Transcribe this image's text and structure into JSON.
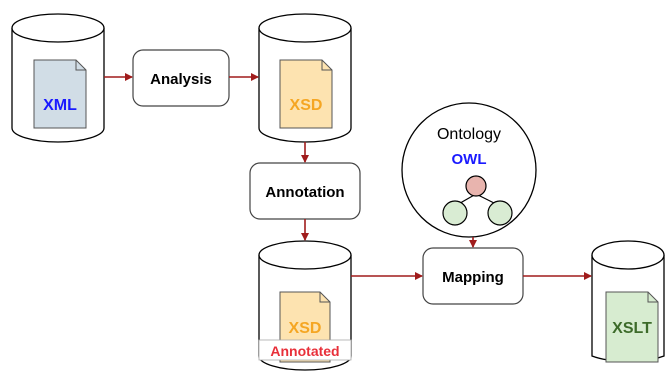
{
  "colors": {
    "arrow": "#a01c1c",
    "xml_doc_fill": "#d1dde6",
    "xml_text": "#1a1aff",
    "xsd_doc_fill": "#fde3b0",
    "xsd_text": "#f5a623",
    "annotated_text": "#e8303a",
    "owl_text": "#1a1aff",
    "xslt_doc_fill": "#d7ecd0",
    "xslt_text": "#3d6b2a",
    "node_pink": "#e8b4ae",
    "node_green": "#d9ecd3"
  },
  "nodes": {
    "xml_doc": "XML",
    "analysis": "Analysis",
    "xsd_doc": "XSD",
    "annotation": "Annotation",
    "xsd_annotated_doc": "XSD",
    "annotated_tag": "Annotated",
    "ontology_title": "Ontology",
    "owl": "OWL",
    "mapping": "Mapping",
    "xslt_doc": "XSLT"
  },
  "edges": [
    {
      "from": "xml_doc",
      "to": "analysis"
    },
    {
      "from": "analysis",
      "to": "xsd_doc"
    },
    {
      "from": "xsd_doc",
      "to": "annotation"
    },
    {
      "from": "annotation",
      "to": "xsd_annotated_doc"
    },
    {
      "from": "xsd_annotated_doc",
      "to": "mapping"
    },
    {
      "from": "ontology",
      "to": "mapping"
    },
    {
      "from": "mapping",
      "to": "xslt_doc"
    }
  ]
}
